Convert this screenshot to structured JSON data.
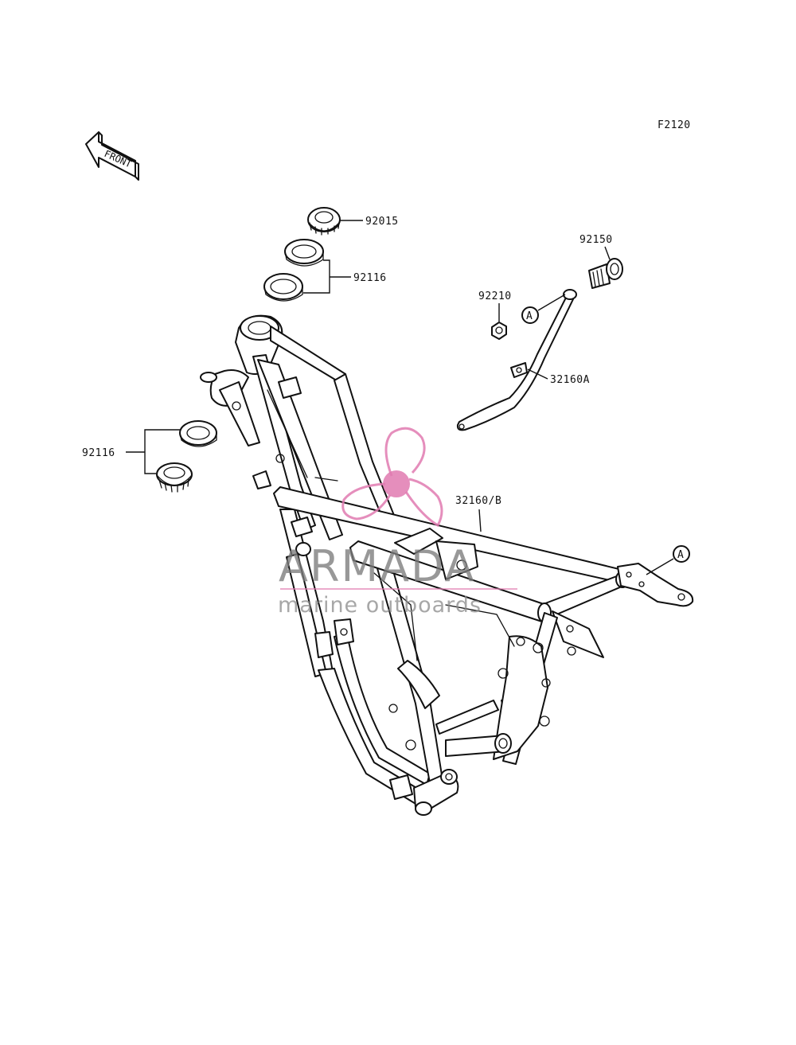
{
  "figure_code": "F2120",
  "front_arrow_label": "FRONT",
  "callouts": {
    "p92015": "92015",
    "p92116_top": "92116",
    "p92116_left": "92116",
    "p92150": "92150",
    "p92210": "92210",
    "p32160A": "32160A",
    "p32160B": "32160/B",
    "ref_a_upper": "A",
    "ref_a_lower": "A"
  },
  "watermark": {
    "brand": "ARMADA",
    "tagline": "marine outboards",
    "accent_color": "#e07ab0",
    "text_color": "#7b7b7b"
  }
}
